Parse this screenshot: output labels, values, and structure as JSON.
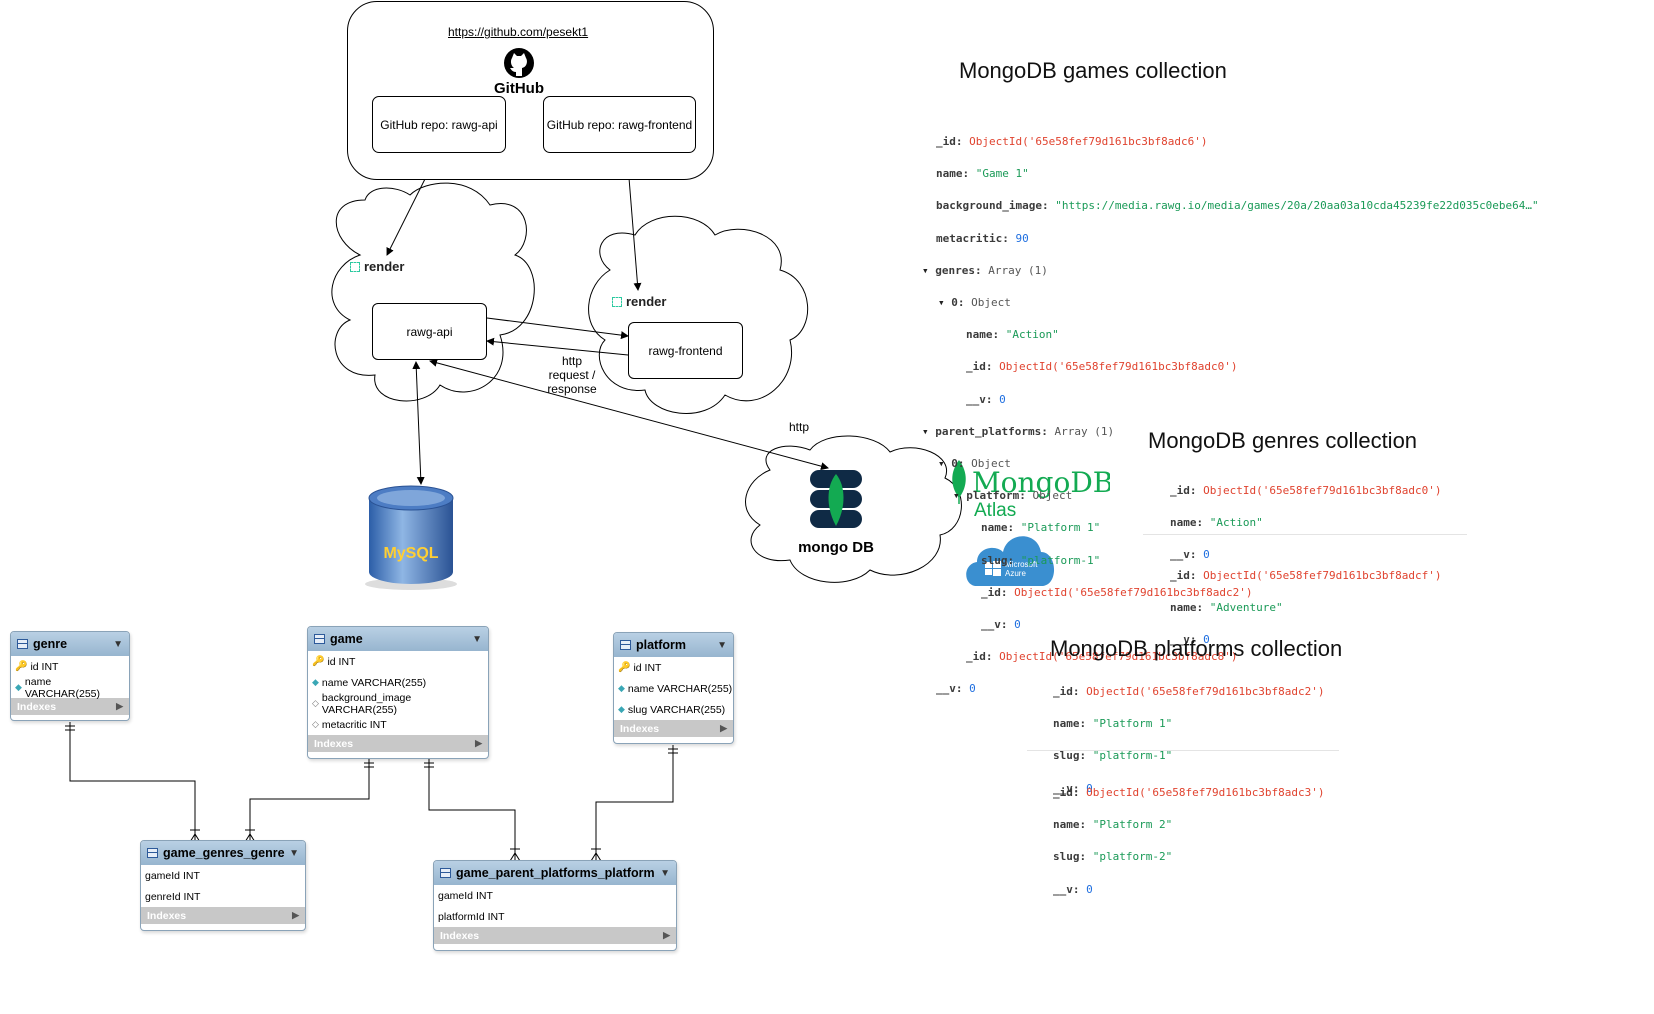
{
  "github": {
    "url": "https://github.com/pesekt1",
    "logo_text": "GitHub",
    "repo_api": "GitHub repo: rawg-api",
    "repo_frontend": "GitHub repo: rawg-frontend"
  },
  "render": {
    "label_left": "render",
    "label_right": "render",
    "api_node": "rawg-api",
    "frontend_node": "rawg-frontend",
    "edge_http_request": "http\nrequest /\nresponse",
    "edge_http": "http"
  },
  "icons": {
    "mysql": "MySQL",
    "mongodb": "mongo DB",
    "atlas_brand": "MongoDB.",
    "atlas_sub": "Atlas",
    "azure_line1": "Microsoft",
    "azure_line2": "Azure"
  },
  "colors": {
    "render_accent": "#2cc9a0",
    "mongo_green": "#13aa52",
    "azure_blue": "#3a8fd0",
    "oid": "#e0432f",
    "string": "#1a9a57",
    "number": "#1f6fe0"
  },
  "mongo_games": {
    "title": "MongoDB games collection",
    "id_key": "_id:",
    "id_val": "ObjectId('65e58fef79d161bc3bf8adc6')",
    "name_key": "name:",
    "name_val": "\"Game 1\"",
    "bg_key": "background_image:",
    "bg_val": "\"https://media.rawg.io/media/games/20a/20aa03a10cda45239fe22d035c0ebe64…\"",
    "meta_key": "metacritic:",
    "meta_val": "90",
    "genres_key": "genres:",
    "genres_type": "Array (1)",
    "g0_key": "0:",
    "g0_type": "Object",
    "g0_name_key": "name:",
    "g0_name_val": "\"Action\"",
    "g0_id_key": "_id:",
    "g0_id_val": "ObjectId('65e58fef79d161bc3bf8adc0')",
    "g0_v_key": "__v:",
    "g0_v_val": "0",
    "pp_key": "parent_platforms:",
    "pp_type": "Array (1)",
    "pp0_key": "0:",
    "pp0_type": "Object",
    "plat_key": "platform:",
    "plat_type": "Object",
    "plat_name_key": "name:",
    "plat_name_val": "\"Platform 1\"",
    "plat_slug_key": "slug:",
    "plat_slug_val": "\"platform-1\"",
    "plat_id_key": "_id:",
    "plat_id_val": "ObjectId('65e58fef79d161bc3bf8adc2')",
    "plat_v_key": "__v:",
    "plat_v_val": "0",
    "pp0_id_key": "_id:",
    "pp0_id_val": "ObjectId('65e58fef79d161bc3bf8adc8')",
    "v_key": "__v:",
    "v_val": "0"
  },
  "mongo_genres": {
    "title": "MongoDB genres collection",
    "docs": [
      {
        "id": "ObjectId('65e58fef79d161bc3bf8adc0')",
        "name": "\"Action\"",
        "v": "0"
      },
      {
        "id": "ObjectId('65e58fef79d161bc3bf8adcf')",
        "name": "\"Adventure\"",
        "v": "0"
      }
    ],
    "id_key": "_id:",
    "name_key": "name:",
    "v_key": "__v:"
  },
  "mongo_platforms": {
    "title": "MongoDB platforms collection",
    "docs": [
      {
        "id": "ObjectId('65e58fef79d161bc3bf8adc2')",
        "name": "\"Platform 1\"",
        "slug": "\"platform-1\"",
        "v": "0"
      },
      {
        "id": "ObjectId('65e58fef79d161bc3bf8adc3')",
        "name": "\"Platform 2\"",
        "slug": "\"platform-2\"",
        "v": "0"
      }
    ],
    "id_key": "_id:",
    "name_key": "name:",
    "slug_key": "slug:",
    "v_key": "__v:"
  },
  "er": {
    "indexes_label": "Indexes",
    "genre": {
      "name": "genre",
      "cols": [
        "id INT",
        "name VARCHAR(255)"
      ]
    },
    "game": {
      "name": "game",
      "cols": [
        "id INT",
        "name VARCHAR(255)",
        "background_image VARCHAR(255)",
        "metacritic INT"
      ]
    },
    "platform": {
      "name": "platform",
      "cols": [
        "id INT",
        "name VARCHAR(255)",
        "slug VARCHAR(255)"
      ]
    },
    "game_genres_genre": {
      "name": "game_genres_genre",
      "cols": [
        "gameId INT",
        "genreId INT"
      ]
    },
    "game_parent_platforms_platform": {
      "name": "game_parent_platforms_platform",
      "cols": [
        "gameId INT",
        "platformId INT"
      ]
    }
  }
}
